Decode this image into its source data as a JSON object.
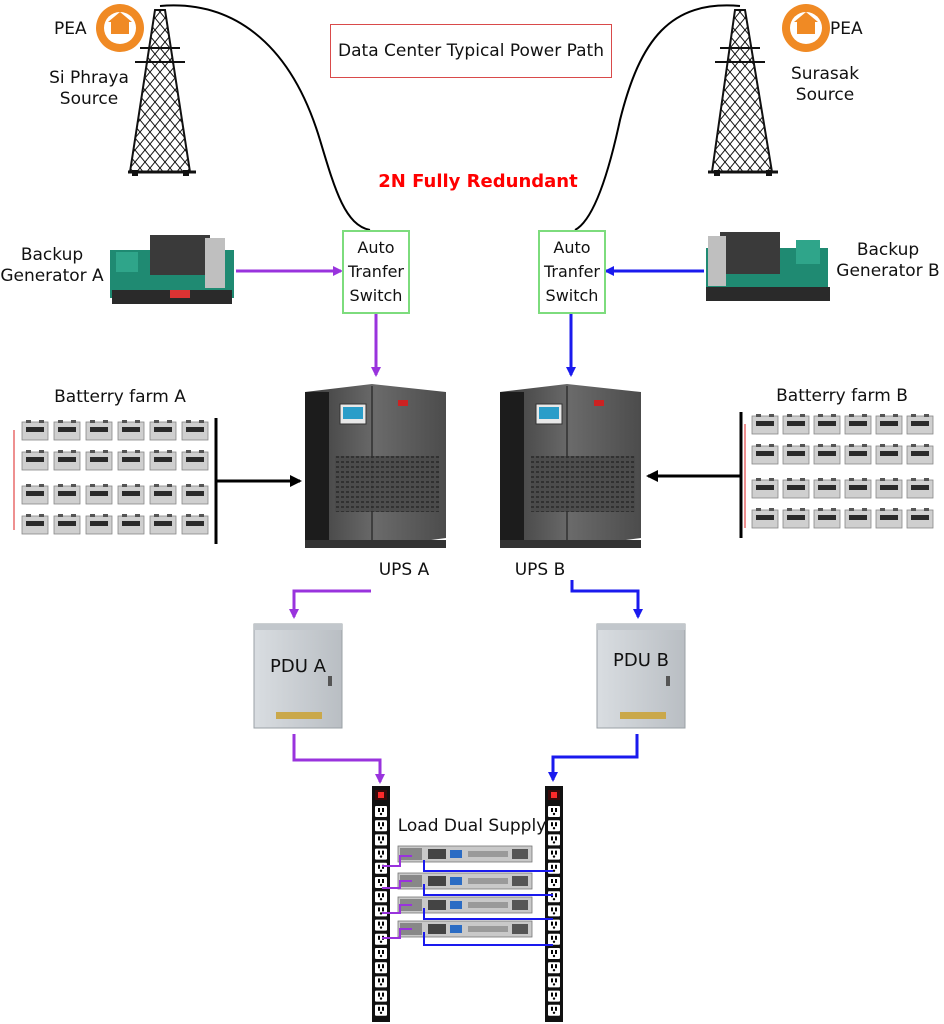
{
  "title": "Data Center Typical Power Path",
  "subtitle": "2N Fully Redundant",
  "sources": {
    "left": {
      "utility": "PEA",
      "name_line1": "Si Phraya",
      "name_line2": "Source"
    },
    "right": {
      "utility": "PEA",
      "name_line1": "Surasak",
      "name_line2": "Source"
    }
  },
  "ats": {
    "left": {
      "line1": "Auto",
      "line2": "Tranfer",
      "line3": "Switch"
    },
    "right": {
      "line1": "Auto",
      "line2": "Tranfer",
      "line3": "Switch"
    }
  },
  "generators": {
    "a": {
      "line1": "Backup",
      "line2": "Generator A"
    },
    "b": {
      "line1": "Backup",
      "line2": "Generator B"
    }
  },
  "batteries": {
    "a": "Batterry farm A",
    "b": "Batterry farm B"
  },
  "ups": {
    "a": "UPS A",
    "b": "UPS B"
  },
  "pdu": {
    "a": "PDU A",
    "b": "PDU B"
  },
  "load": "Load Dual Supply",
  "colors": {
    "path_a": "#9933dd",
    "path_b": "#1a1aee",
    "battery_link": "#000000",
    "ats_border": "#7ddc7d",
    "title_border": "#d94a4a",
    "highlight": "#ff0000",
    "pea_logo": "#f08a24"
  }
}
